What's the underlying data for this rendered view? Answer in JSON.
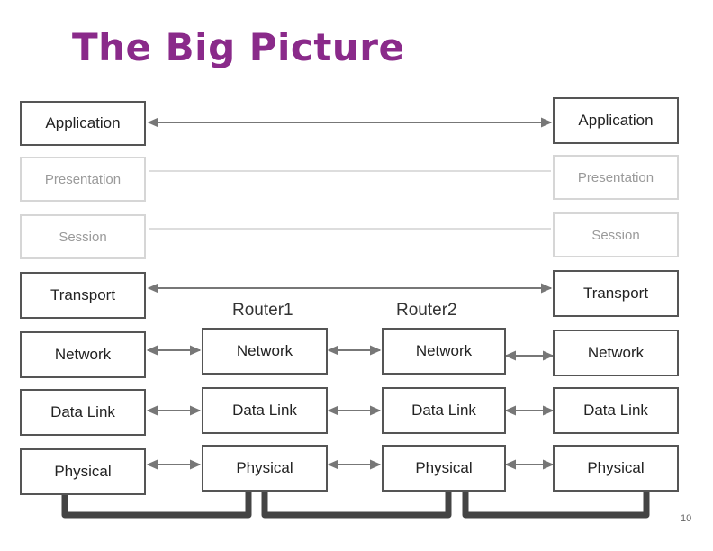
{
  "title": "The Big Picture",
  "colors": {
    "title": "#8a2a8a",
    "border": "#555555",
    "faded_border": "#d6d6d6",
    "cable": "#444444"
  },
  "left_stack": [
    "Application",
    "Presentation",
    "Session",
    "Transport",
    "Network",
    "Data Link",
    "Physical"
  ],
  "right_stack": [
    "Application",
    "Presentation",
    "Session",
    "Transport",
    "Network",
    "Data Link",
    "Physical"
  ],
  "router1": {
    "label": "Router1",
    "layers": [
      "Network",
      "Data Link",
      "Physical"
    ]
  },
  "router2": {
    "label": "Router2",
    "layers": [
      "Network",
      "Data Link",
      "Physical"
    ]
  },
  "page_number": "10"
}
